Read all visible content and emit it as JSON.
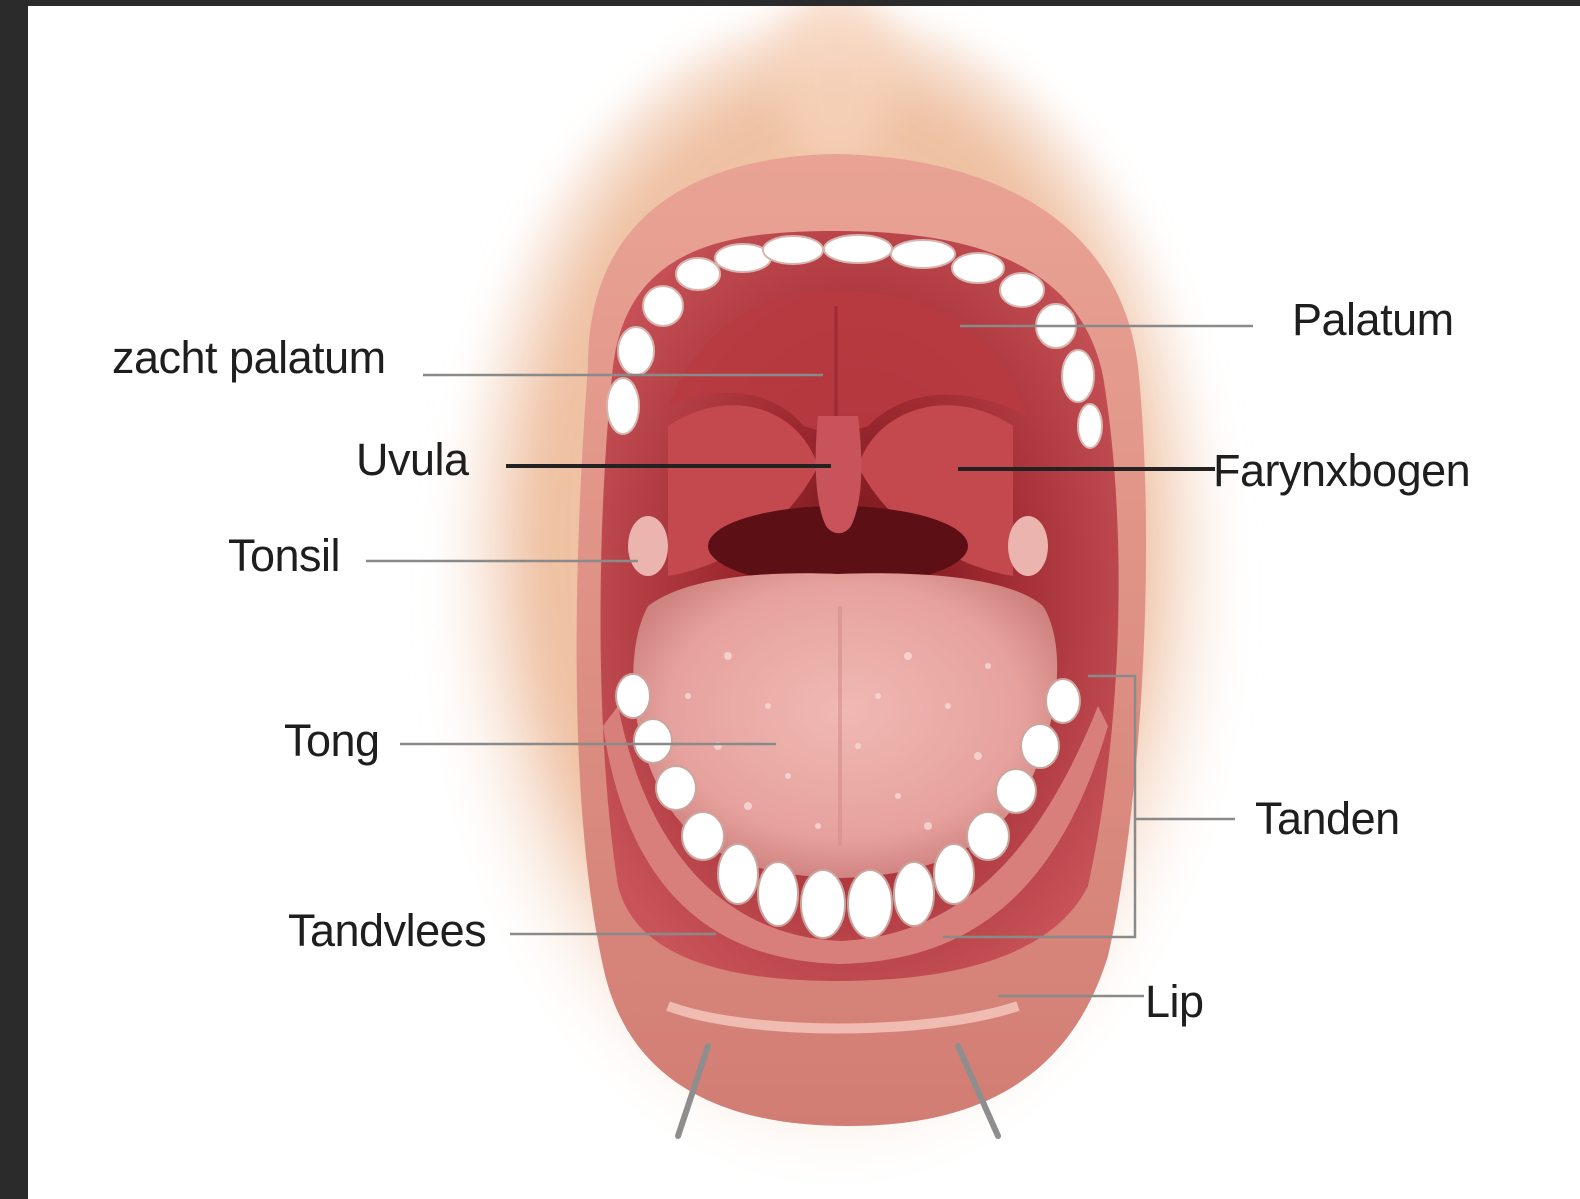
{
  "labels": {
    "zacht_palatum": "zacht palatum",
    "uvula": "Uvula",
    "tonsil": "Tonsil",
    "tong": "Tong",
    "tandvlees": "Tandvlees",
    "palatum": "Palatum",
    "farynxbogen": "Farynxbogen",
    "tanden": "Tanden",
    "lip": "Lip"
  },
  "colors": {
    "background": "#2b2b2b",
    "canvas": "#ffffff",
    "skin": "#f1c0a2",
    "lips": "#dc8a80",
    "mouth_interior": "#a82c33",
    "tongue": "#e8a5a0",
    "teeth": "#ffffff",
    "leader_line": "#8a8a8a"
  }
}
